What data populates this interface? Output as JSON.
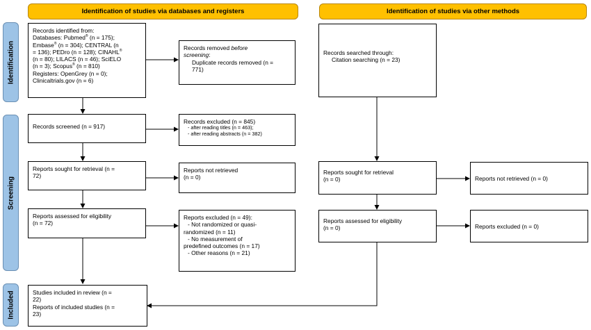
{
  "headers": {
    "databases": "Identification of studies via databases and registers",
    "other": "Identification of studies via other methods"
  },
  "phases": {
    "identification": "Identification",
    "screening": "Screening",
    "included": "Included"
  },
  "db": {
    "identified": {
      "line1": "Records identified from:",
      "line2a": "Databases: Pubmed",
      "line2b": " (n = 175);",
      "line3a": "Embase",
      "line3b": " (n = 304); CENTRAL (n",
      "line4a": "= 136); PEDro (n = 128); CINAHL",
      "line5": "(n = 80); LILACS (n = 46); SciELO",
      "line6a": "(n = 3); Scopus",
      "line6b": " (n = 810)",
      "line7": "Registers: OpenGrey (n = 0);",
      "line8": "Clinicaltrials.gov (n = 6)",
      "reg": "®"
    },
    "removed": {
      "line1": "Records removed ",
      "line1_em": "before",
      "line2_em": "screening",
      "line2_colon": ":",
      "line3": "Duplicate records removed  (n =",
      "line4": "771)"
    },
    "screened": "Records screened (n = 917)",
    "excluded": {
      "line1": "Records excluded (n = 845)",
      "line2": "- after reading titles (n = 463);",
      "line3": "- after reading abstracts (n = 382)"
    },
    "sought": {
      "line1": "Reports sought for retrieval (n =",
      "line2": "72)"
    },
    "not_retrieved": {
      "line1": "Reports not retrieved",
      "line2": "(n = 0)"
    },
    "assessed": {
      "line1": "Reports assessed for eligibility",
      "line2": "(n = 72)"
    },
    "reports_excluded": {
      "line1": "Reports excluded (n = 49):",
      "line2": "- Not randomized or quasi-",
      "line3": "randomized (n = 11)",
      "line4": "- No measurement of",
      "line5": "predefined outcomes (n = 17)",
      "line6": "- Other reasons (n = 21)"
    },
    "included": {
      "line1": "Studies included in review (n =",
      "line2": "22)",
      "line3": "Reports of included studies (n =",
      "line4": "23)"
    }
  },
  "other": {
    "searched": {
      "line1": "Records searched through:",
      "line2": "Citation searching (n = 23)"
    },
    "sought": {
      "line1": "Reports sought for retrieval",
      "line2": "(n = 0)"
    },
    "not_retrieved": "Reports not retrieved (n = 0)",
    "assessed": {
      "line1": "Reports assessed for eligibility",
      "line2": "(n = 0)"
    },
    "excluded": "Reports excluded (n = 0)"
  }
}
